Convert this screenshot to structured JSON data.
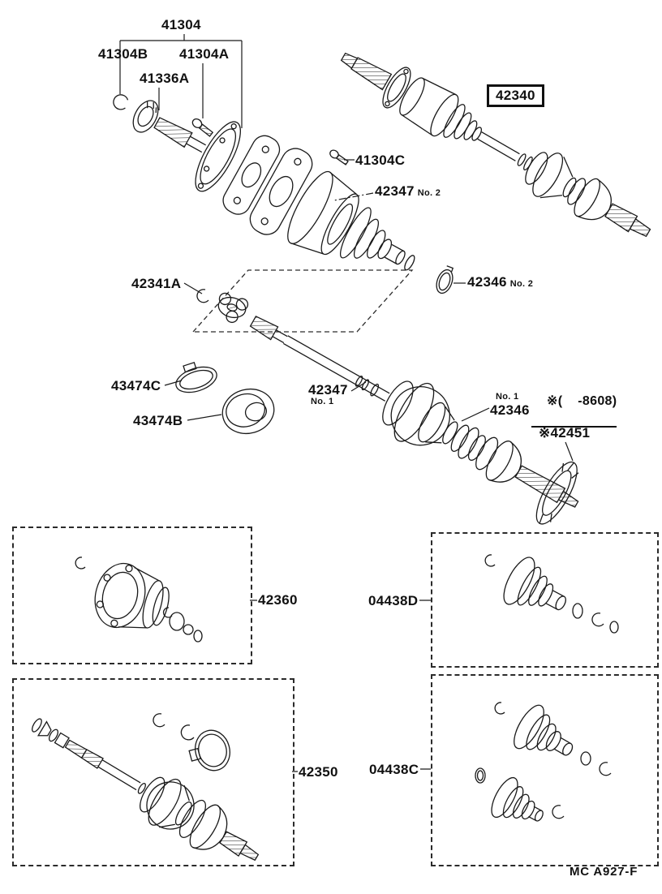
{
  "page": {
    "type": "exploded-parts-diagram",
    "footer_code": "MC  A927-F",
    "background": "#ffffff",
    "line_color": "#1a1a1a",
    "highlight_box_color": "#111111"
  },
  "callouts": {
    "c41304": {
      "number": "41304"
    },
    "c41304B": {
      "number": "41304B"
    },
    "c41304A": {
      "number": "41304A"
    },
    "c41336A": {
      "number": "41336A"
    },
    "c42340": {
      "number": "42340",
      "highlighted": true
    },
    "c41304C": {
      "number": "41304C"
    },
    "c42347_no2": {
      "number": "42347",
      "note": "No. 2"
    },
    "c42341A": {
      "number": "42341A"
    },
    "c42346_no2": {
      "number": "42346",
      "note": "No. 2"
    },
    "c43474C": {
      "number": "43474C"
    },
    "c43474B": {
      "number": "43474B"
    },
    "c42347_no1": {
      "number": "42347",
      "note": "No. 1"
    },
    "c42346_no1": {
      "number": "42346",
      "note": "No. 1"
    },
    "applicability_note": {
      "text": "※(    -8608)"
    },
    "c42451": {
      "number": "※42451"
    },
    "c42360": {
      "number": "42360"
    },
    "c04438D": {
      "number": "04438D"
    },
    "c42350": {
      "number": "42350"
    },
    "c04438C": {
      "number": "04438C"
    }
  }
}
